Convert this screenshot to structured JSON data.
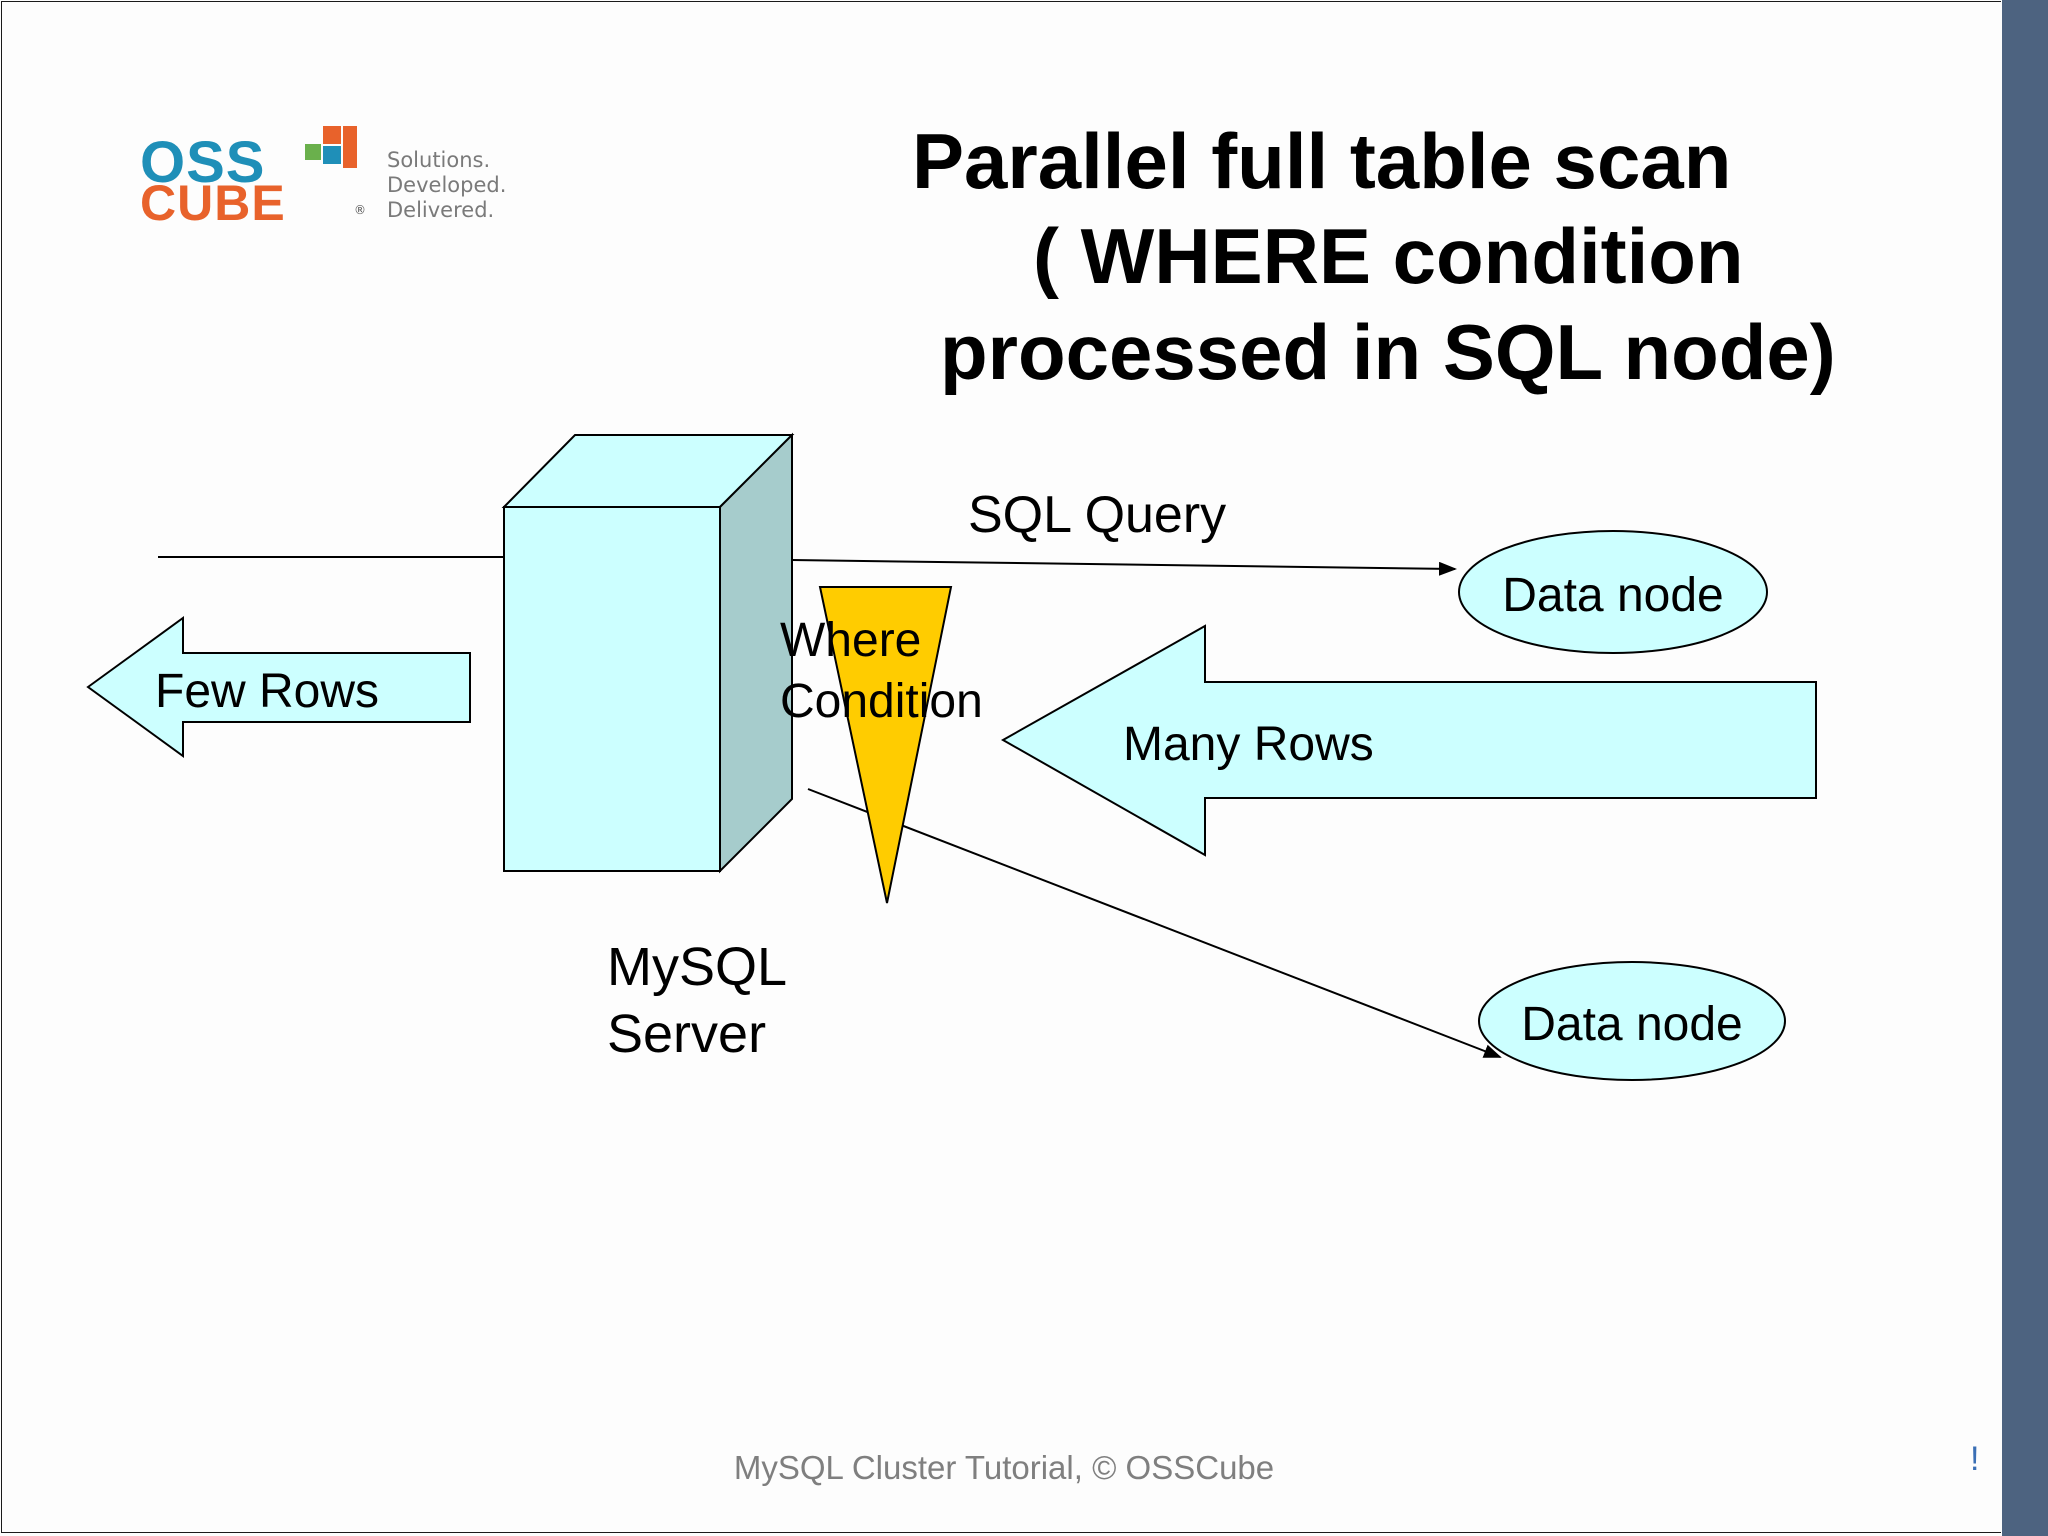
{
  "slide": {
    "title_lines": [
      "Parallel full table scan",
      "( WHERE condition",
      "processed in SQL node)"
    ],
    "footer": "MySQL Cluster Tutorial, © OSSCube",
    "page_mark": "!"
  },
  "logo": {
    "top_word": "OSS",
    "bottom_word": "CUBE",
    "tagline": "Solutions.\nDeveloped.\nDelivered.",
    "registered_mark": "®"
  },
  "diagram": {
    "server_label_line1": "MySQL",
    "server_label_line2": "Server",
    "few_rows": "Few Rows",
    "many_rows": "Many Rows",
    "sql_query": "SQL Query",
    "where_line1": "Where",
    "where_line2": "Condition",
    "data_node_1": "Data node",
    "data_node_2": "Data node"
  },
  "colors": {
    "shape_fill": "#ccffff",
    "cube_side": "#a6cccc",
    "triangle_fill": "#ffcc00",
    "title": "#000000",
    "logo_blue": "#1f8fb8",
    "logo_orange": "#e8622b",
    "logo_green": "#6ab04c",
    "footer_text": "#7f7f7f",
    "side_bar": "#4d6380"
  }
}
